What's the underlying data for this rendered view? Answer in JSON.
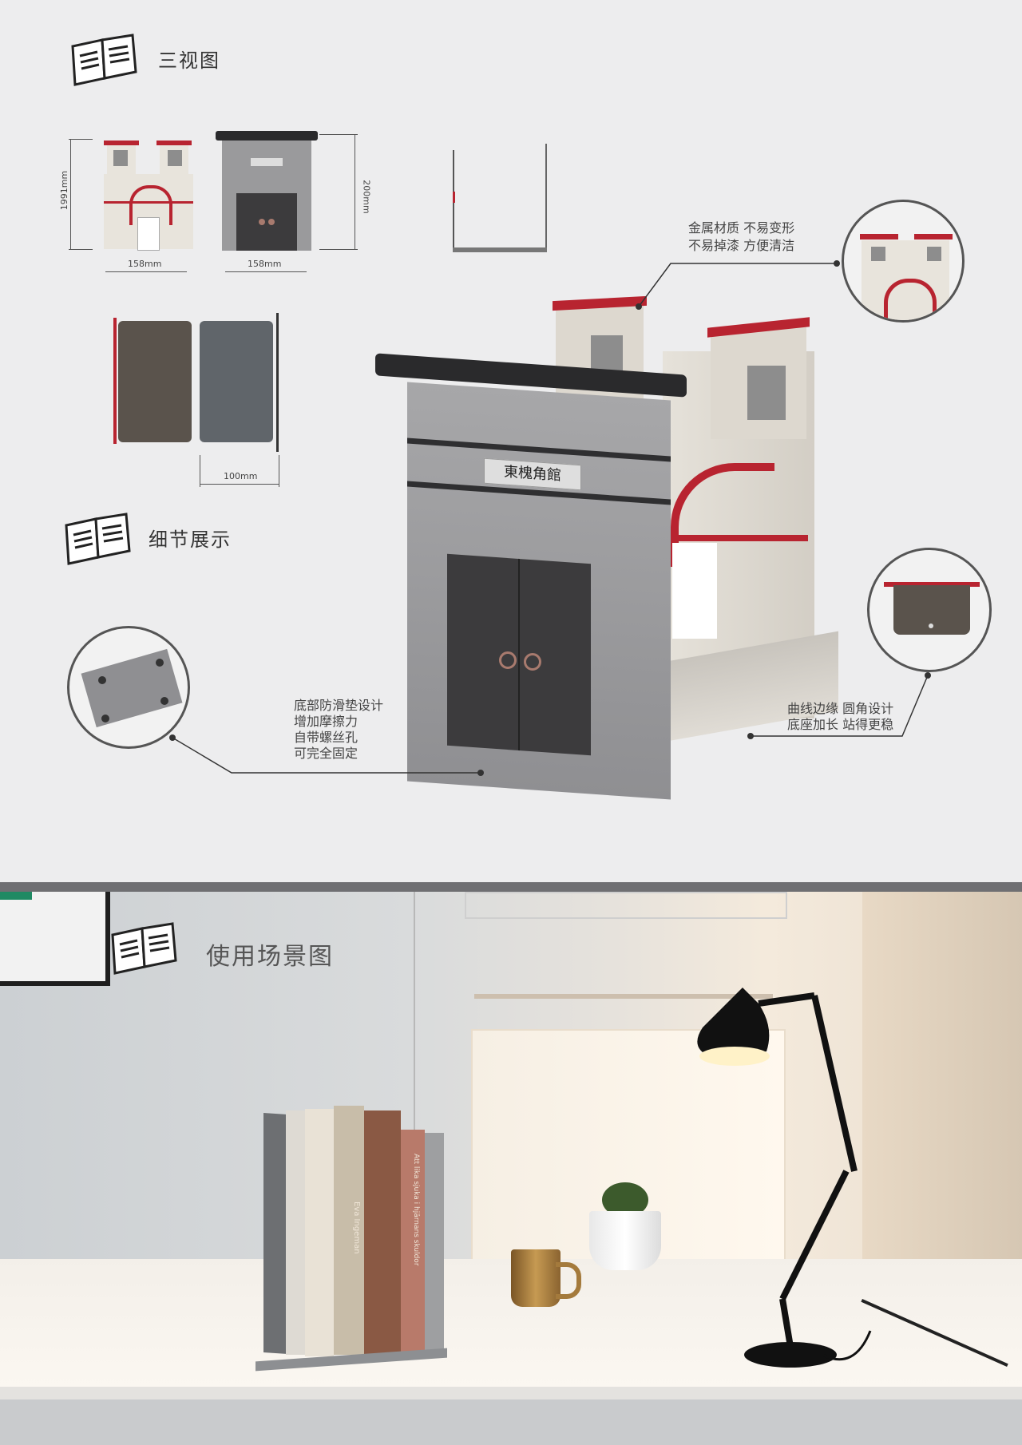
{
  "sections": {
    "three_view": "三视图",
    "detail": "细节展示",
    "scene": "使用场景图"
  },
  "dimensions": {
    "height_left": "1991mm",
    "width_front": "158mm",
    "width_back": "158mm",
    "height_right": "200mm",
    "width_side": "100mm"
  },
  "plaque_text": "東槐角館",
  "callouts": {
    "material": [
      "金属材质 不易变形",
      "不易掉漆 方便清洁"
    ],
    "bottom": [
      "底部防滑垫设计",
      "增加摩擦力",
      "自带螺丝孔",
      "可完全固定"
    ],
    "edges": [
      "曲线边缘 圆角设计",
      "底座加长 站得更稳"
    ]
  },
  "book_spines": [
    "Eva Ingeman",
    "Att lika sjuka i hjärnans skuldor"
  ],
  "colors": {
    "page_bg": "#ededee",
    "divider": "#6f6f72",
    "roof_red": "#b82430",
    "gate_grey": "#9a9a9c",
    "door_dark": "#3c3b3d",
    "wall_white": "#e6e2da"
  },
  "icons": [
    "open-book-icon"
  ]
}
